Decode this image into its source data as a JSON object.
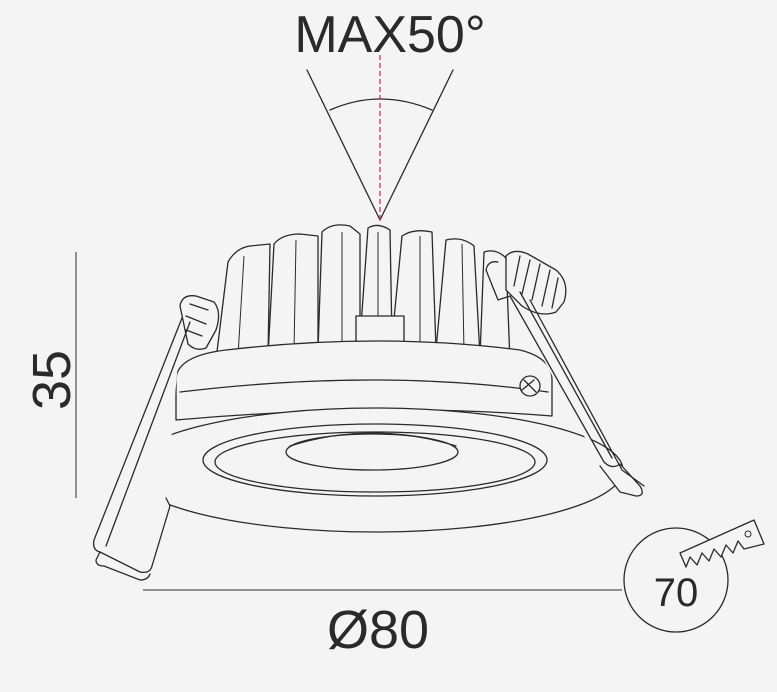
{
  "beam_angle_label": "MAX50°",
  "height_label": "35",
  "diameter_label": "Ø80",
  "cutout_label": "70",
  "colors": {
    "line": "#2a2a2a",
    "axis": "#d2344a",
    "background": "#f4f4f4"
  },
  "icons": [
    "saw-icon"
  ]
}
